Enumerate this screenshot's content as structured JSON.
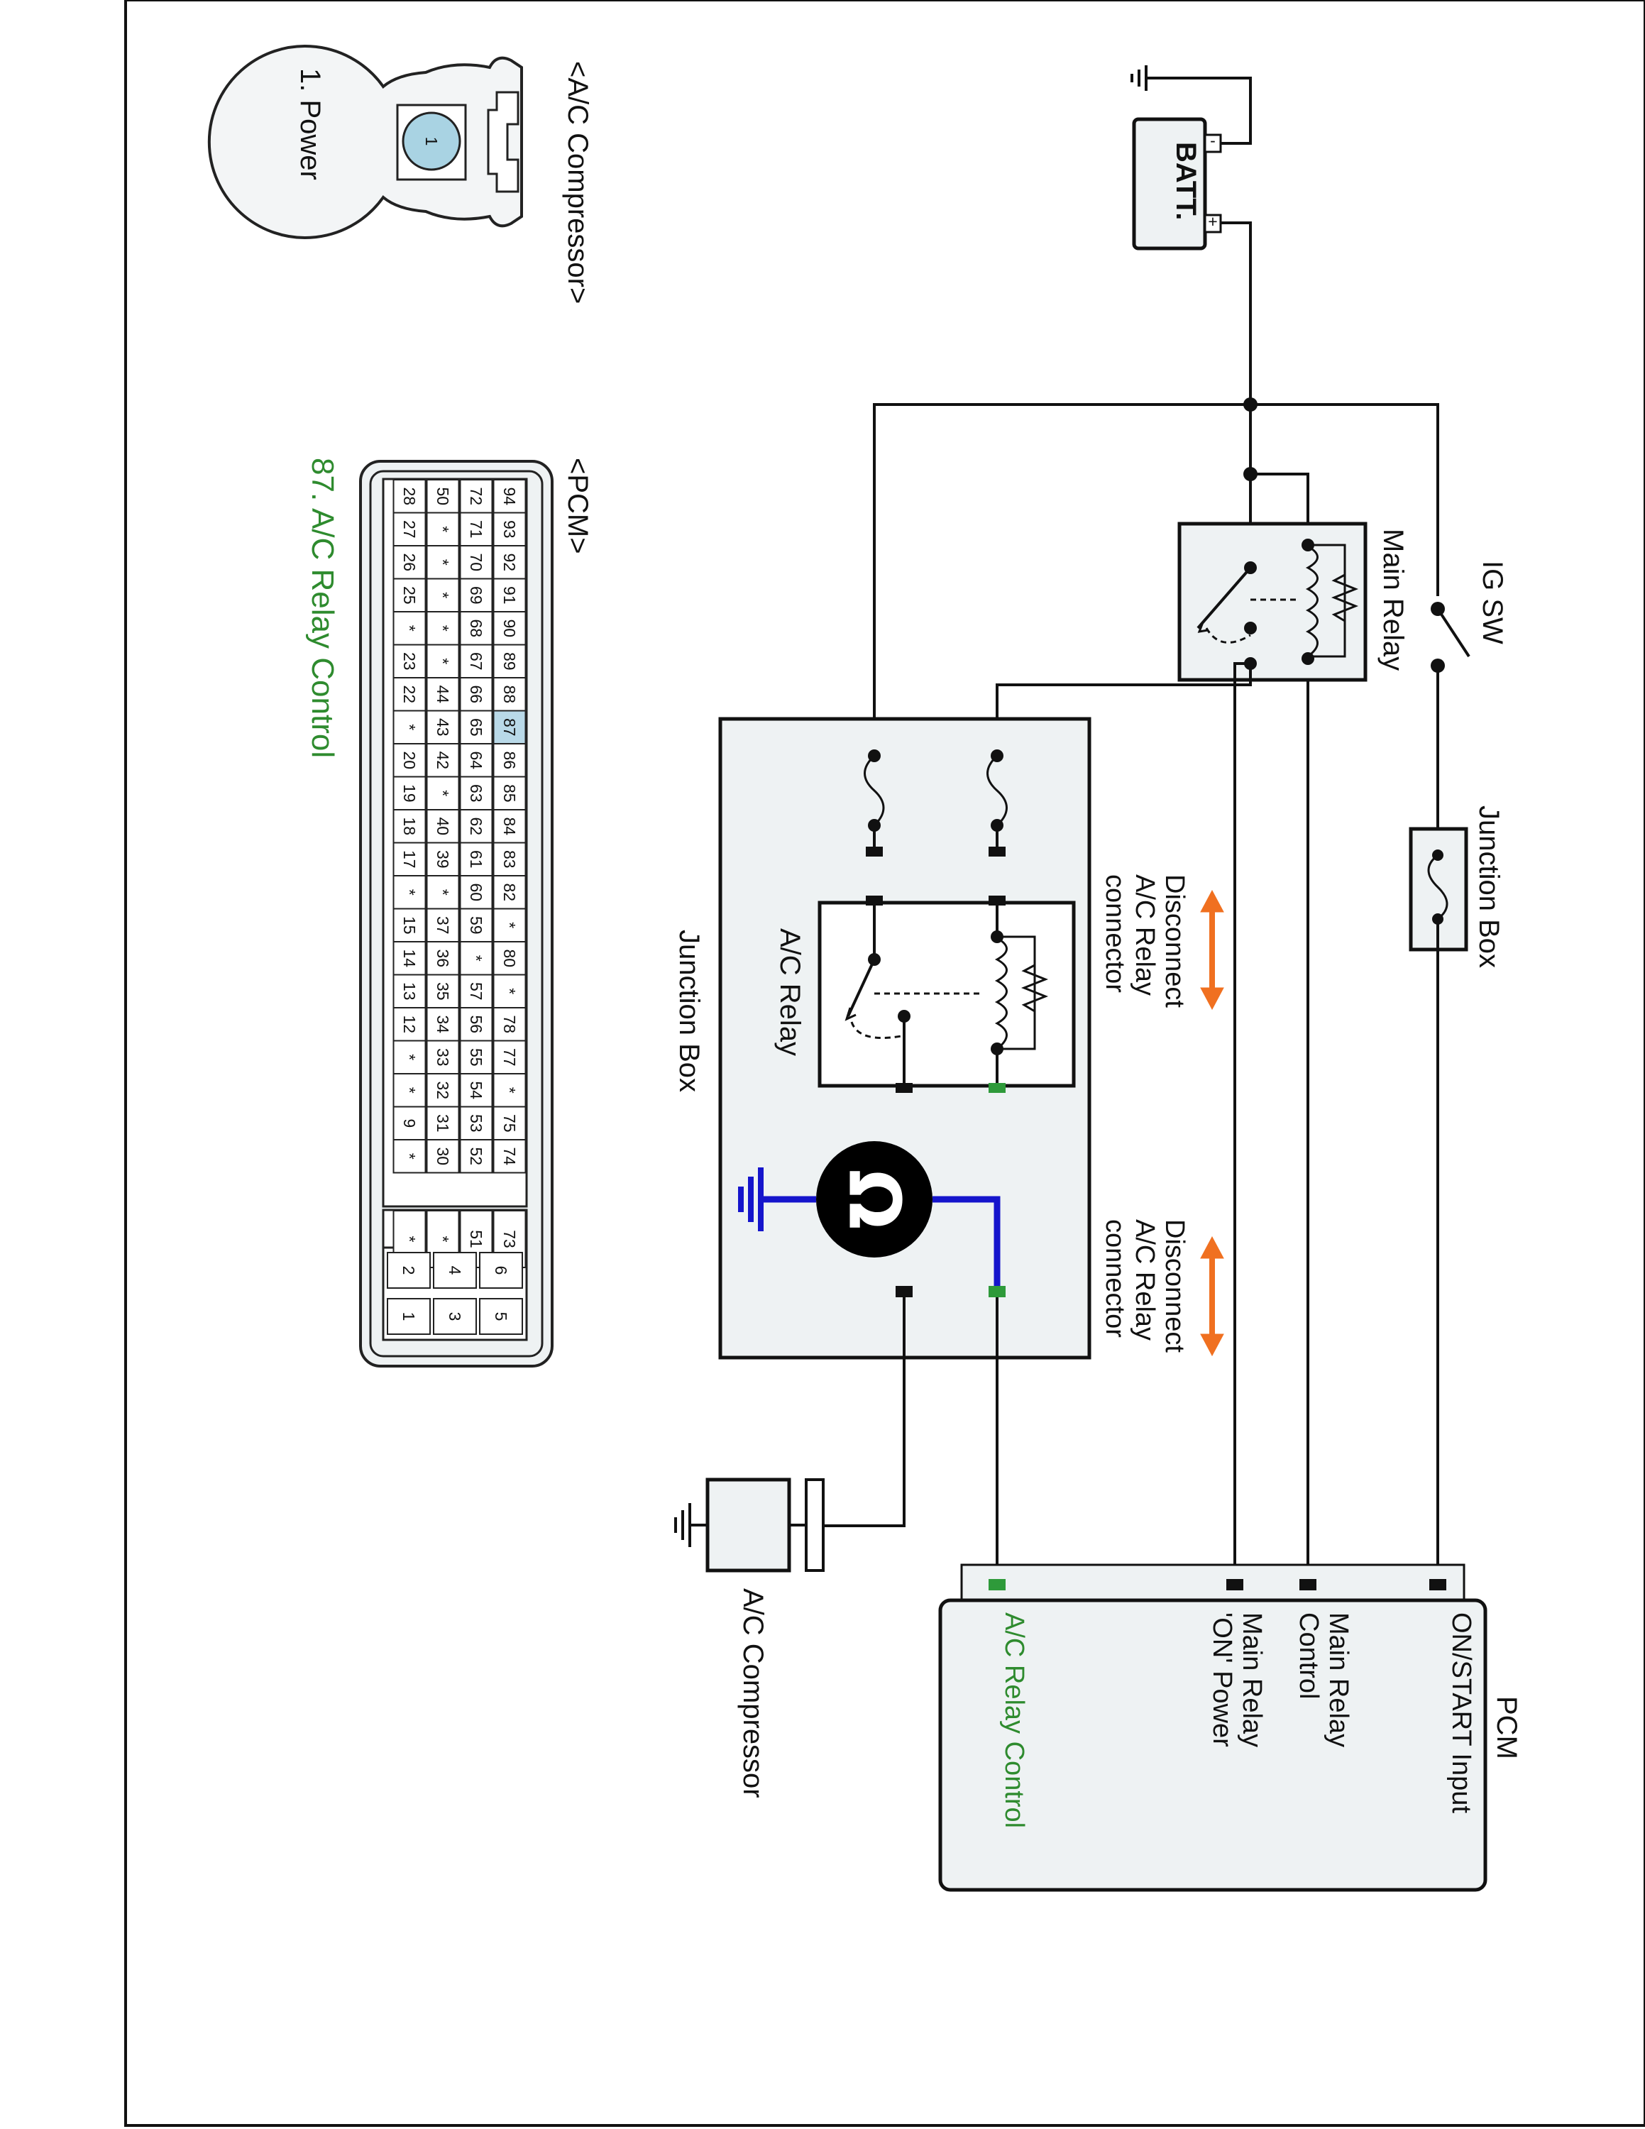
{
  "labels": {
    "batt": "BATT.",
    "batt_minus": "-",
    "batt_plus": "+",
    "ig_sw": "IG SW",
    "main_relay": "Main Relay",
    "junction_box_top": "Junction Box",
    "junction_box_main": "Junction Box",
    "ac_relay": "A/C Relay",
    "disconnect_1": [
      "Disconnect",
      "A/C Relay",
      "connector"
    ],
    "disconnect_2": [
      "Disconnect",
      "A/C Relay",
      "connector"
    ],
    "pcm_title": "PCM",
    "pcm_inputs": [
      [
        "ON/START Input"
      ],
      [
        "Main Relay",
        "Control"
      ],
      [
        "Main Relay",
        "'ON' Power"
      ],
      [
        "A/C Relay Control"
      ]
    ],
    "ac_compressor": "A/C Compressor",
    "ohm_symbol": "Ω"
  },
  "connectors": {
    "ac_compressor_title": "<A/C Compressor>",
    "ac_compressor_pin": "1",
    "ac_compressor_pin_desc": "1. Power",
    "pcm_title": "<PCM>",
    "pcm_pin_desc": "87. A/C Relay Control",
    "pcm_highlight": "87",
    "pcm_rows": [
      [
        "94",
        "93",
        "92",
        "91",
        "90",
        "89",
        "88",
        "87",
        "86",
        "85",
        "84",
        "83",
        "82",
        "*",
        "80",
        "*",
        "78",
        "77",
        "*",
        "75",
        "74"
      ],
      [
        "72",
        "71",
        "70",
        "69",
        "68",
        "67",
        "66",
        "65",
        "64",
        "63",
        "62",
        "61",
        "60",
        "59",
        "*",
        "57",
        "56",
        "55",
        "54",
        "53",
        "52"
      ],
      [
        "50",
        "*",
        "*",
        "*",
        "*",
        "*",
        "44",
        "43",
        "42",
        "*",
        "40",
        "39",
        "*",
        "37",
        "36",
        "35",
        "34",
        "33",
        "32",
        "31",
        "30"
      ],
      [
        "28",
        "27",
        "26",
        "25",
        "*",
        "23",
        "22",
        "*",
        "20",
        "19",
        "18",
        "17",
        "*",
        "15",
        "14",
        "13",
        "12",
        "*",
        "*",
        "9",
        "*"
      ]
    ],
    "pcm_extra": [
      [
        "73",
        "51",
        "*",
        "*"
      ]
    ],
    "pcm_power": [
      [
        "6",
        "4",
        "2"
      ],
      [
        "5",
        "3",
        "1"
      ]
    ]
  },
  "colors": {
    "highlight_text": "#2e8b2e",
    "meter_wire": "#1515cc",
    "arrow": "#f07020",
    "green_pin": "#2e9a3a",
    "pin_highlight": "#b9d9e8",
    "compressor_pin": "#a9d3e3"
  },
  "icons": {
    "meter": "ohmmeter-icon",
    "ground": "ground-icon",
    "fuse": "fuse-icon",
    "relay": "relay-coil-icon",
    "arrow": "double-arrow-icon"
  }
}
